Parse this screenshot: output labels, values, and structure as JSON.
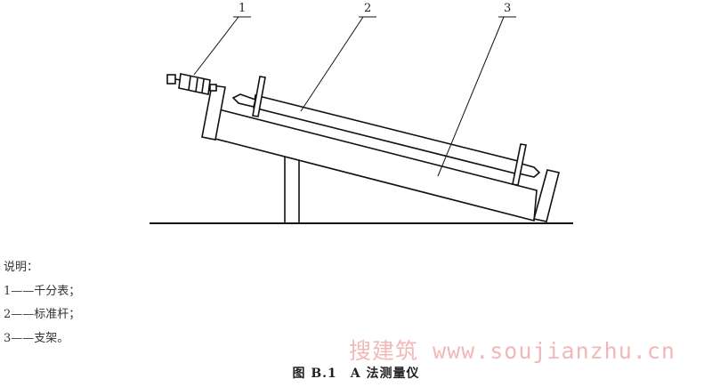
{
  "figure": {
    "callouts": [
      "1",
      "2",
      "3"
    ],
    "legend_title": "说明：",
    "legend_items": [
      "1——千分表；",
      "2——标准杆；",
      "3——支架。"
    ],
    "caption": "图 B.1　A 法测量仪"
  },
  "watermark": "搜建筑 www.soujianzhu.cn"
}
